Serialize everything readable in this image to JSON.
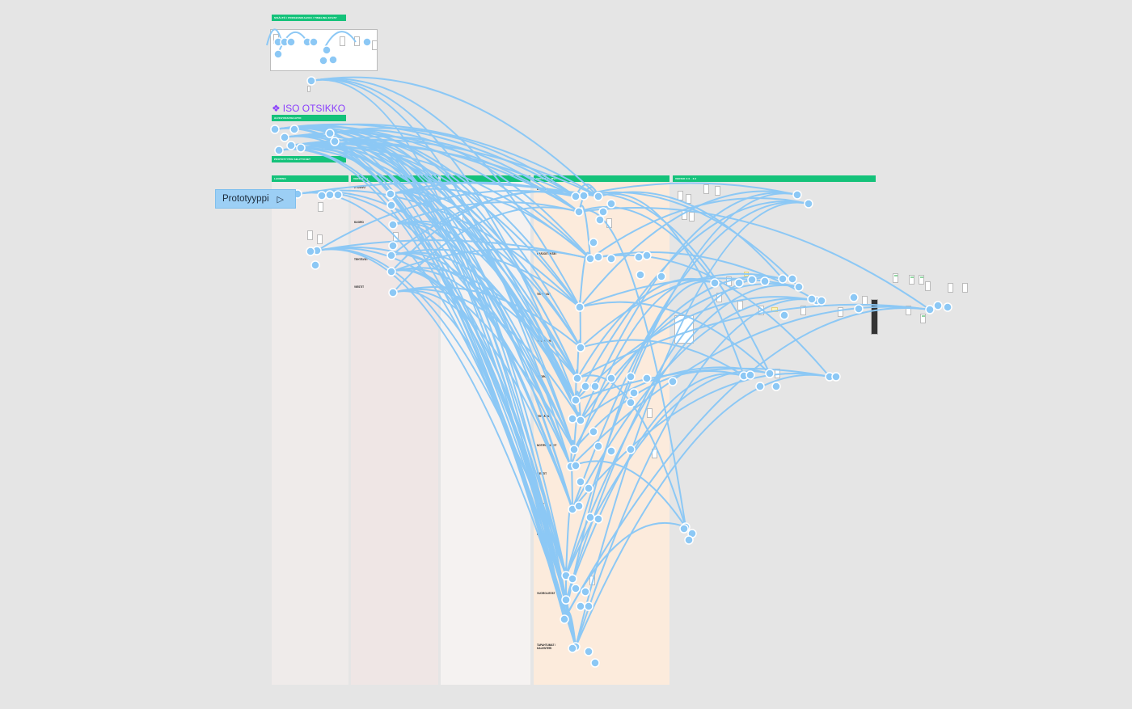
{
  "canvas": {
    "background": "#e5e5e5",
    "accent_green": "#14c27a",
    "connector_color": "#8cc8f5",
    "connector_stroke": "#ffffff",
    "heading_color": "#8a3ffc"
  },
  "heading": {
    "icon": "component-icon",
    "glyph": "❖",
    "text": "ISO OTSIKKO"
  },
  "prototype_button": {
    "label": "Prototyyppi",
    "icon": "play-icon",
    "glyph": "▷"
  },
  "banners": [
    {
      "id": "top",
      "text": "SISÄLTÖ / PROSESSIKAAVIO / TIMELINE-KUVAT"
    },
    {
      "id": "sub",
      "text": "ALISIVUNAVIGAATIO"
    },
    {
      "id": "proto",
      "text": "PROTOTYYPIN SELITYKSET"
    },
    {
      "id": "c1",
      "text": "LANDING"
    },
    {
      "id": "c2",
      "text": "VERSIO 0.1"
    },
    {
      "id": "c3",
      "text": ""
    },
    {
      "id": "c4",
      "text": "VERSIO 1 - MVP"
    },
    {
      "id": "c5",
      "text": "VERSIO 2.0 - 3.0"
    }
  ],
  "column_two_labels": [
    "ETUSIVU",
    "KUORO",
    "TEHTÄVÄT",
    "VIESTIT"
  ],
  "column_four_labels": [
    "ETUSIVU",
    "HARJOITUKSET",
    "TEHTÄVÄT",
    "KALENTERI",
    "KUORO",
    "TEHTÄVÄT",
    "NOTIFIKAATIOT",
    "VIESTIT",
    "TIIMIT",
    "PROFIILI",
    "VUOROLISTAT",
    "TAPAHTUMAT / KALENTERI"
  ]
}
